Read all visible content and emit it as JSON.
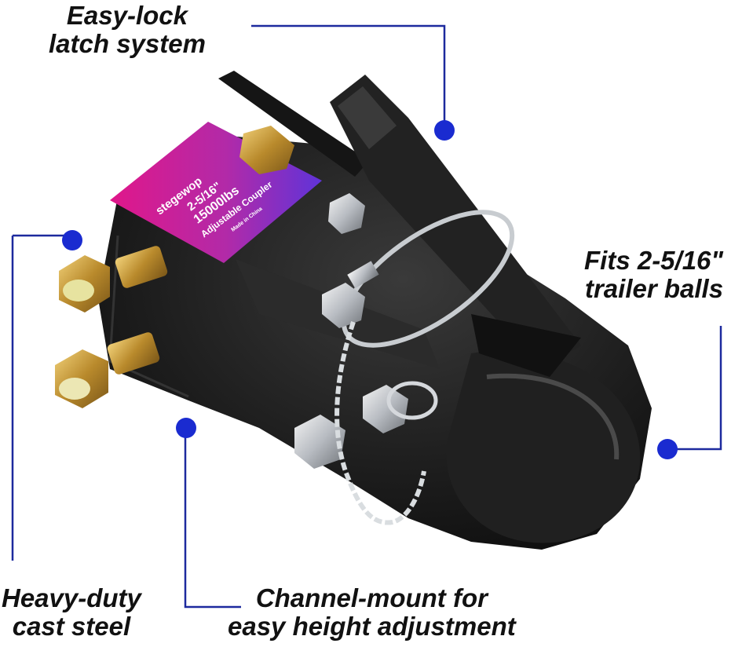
{
  "product_label": {
    "brand": "stegewop",
    "size": "2-5/16\"",
    "capacity": "15000lbs",
    "name": "Adjustable Coupler",
    "origin": "Made in China"
  },
  "callouts": {
    "latch": {
      "line1": "Easy-lock",
      "line2": "latch system"
    },
    "fits": {
      "line1": "Fits 2-5/16\"",
      "line2": "trailer balls"
    },
    "heavy": {
      "line1": "Heavy-duty",
      "line2": "cast steel"
    },
    "channel": {
      "line1": "Channel-mount for",
      "line2": "easy height adjustment"
    }
  },
  "colors": {
    "callout_line": "#1d2a9e",
    "callout_dot": "#1a2bd0",
    "steel": "#1b1b1b",
    "label_pink": "#d31b8c",
    "label_purple": "#6a2bd6",
    "bolt_gold": "#c9a23e"
  }
}
